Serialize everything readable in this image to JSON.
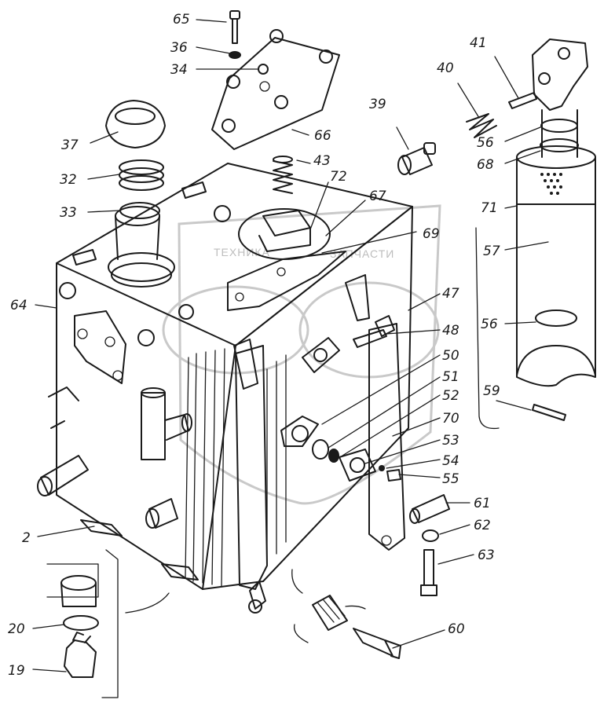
{
  "watermark": {
    "text_left": "ТЕХНИКА",
    "text_right": "ЗАПЧАСТИ"
  },
  "callouts": [
    {
      "id": "c65",
      "text": "65"
    },
    {
      "id": "c36",
      "text": "36"
    },
    {
      "id": "c34",
      "text": "34"
    },
    {
      "id": "c66",
      "text": "66"
    },
    {
      "id": "c37",
      "text": "37"
    },
    {
      "id": "c32",
      "text": "32"
    },
    {
      "id": "c33",
      "text": "33"
    },
    {
      "id": "c43",
      "text": "43"
    },
    {
      "id": "c72",
      "text": "72"
    },
    {
      "id": "c67",
      "text": "67"
    },
    {
      "id": "c69",
      "text": "69"
    },
    {
      "id": "c39",
      "text": "39"
    },
    {
      "id": "c40",
      "text": "40"
    },
    {
      "id": "c41",
      "text": "41"
    },
    {
      "id": "c56a",
      "text": "56"
    },
    {
      "id": "c68",
      "text": "68"
    },
    {
      "id": "c71",
      "text": "71"
    },
    {
      "id": "c57",
      "text": "57"
    },
    {
      "id": "c56b",
      "text": "56"
    },
    {
      "id": "c59",
      "text": "59"
    },
    {
      "id": "c64",
      "text": "64"
    },
    {
      "id": "c47",
      "text": "47"
    },
    {
      "id": "c48",
      "text": "48"
    },
    {
      "id": "c50",
      "text": "50"
    },
    {
      "id": "c51",
      "text": "51"
    },
    {
      "id": "c52",
      "text": "52"
    },
    {
      "id": "c70",
      "text": "70"
    },
    {
      "id": "c53",
      "text": "53"
    },
    {
      "id": "c54",
      "text": "54"
    },
    {
      "id": "c55",
      "text": "55"
    },
    {
      "id": "c61",
      "text": "61"
    },
    {
      "id": "c62",
      "text": "62"
    },
    {
      "id": "c63",
      "text": "63"
    },
    {
      "id": "c2",
      "text": "2"
    },
    {
      "id": "c20",
      "text": "20"
    },
    {
      "id": "c19",
      "text": "19"
    },
    {
      "id": "c60",
      "text": "60"
    }
  ]
}
